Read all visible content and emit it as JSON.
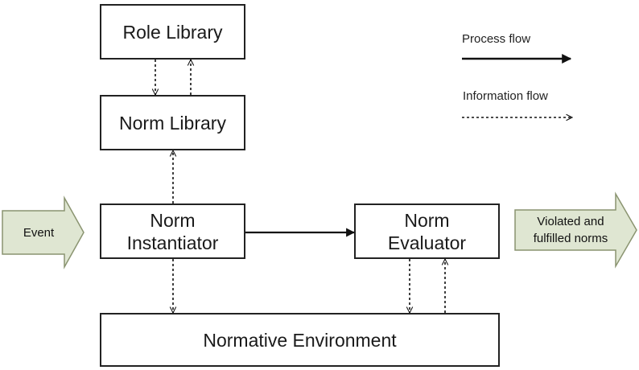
{
  "nodes": {
    "role_library": "Role Library",
    "norm_library": "Norm Library",
    "norm_instantiator": [
      "Norm",
      "Instantiator"
    ],
    "norm_evaluator": [
      "Norm",
      "Evaluator"
    ],
    "normative_environment": "Normative Environment"
  },
  "inputs": {
    "event": "Event"
  },
  "outputs": {
    "violated_fulfilled": [
      "Violated and",
      "fulfilled norms"
    ]
  },
  "legend": {
    "process_flow": "Process flow",
    "information_flow": "Information flow"
  },
  "colors": {
    "line": "#111111",
    "box_border": "#222222",
    "block_arrow_fill": "#dfe6d2",
    "block_arrow_stroke": "#8a9470"
  }
}
